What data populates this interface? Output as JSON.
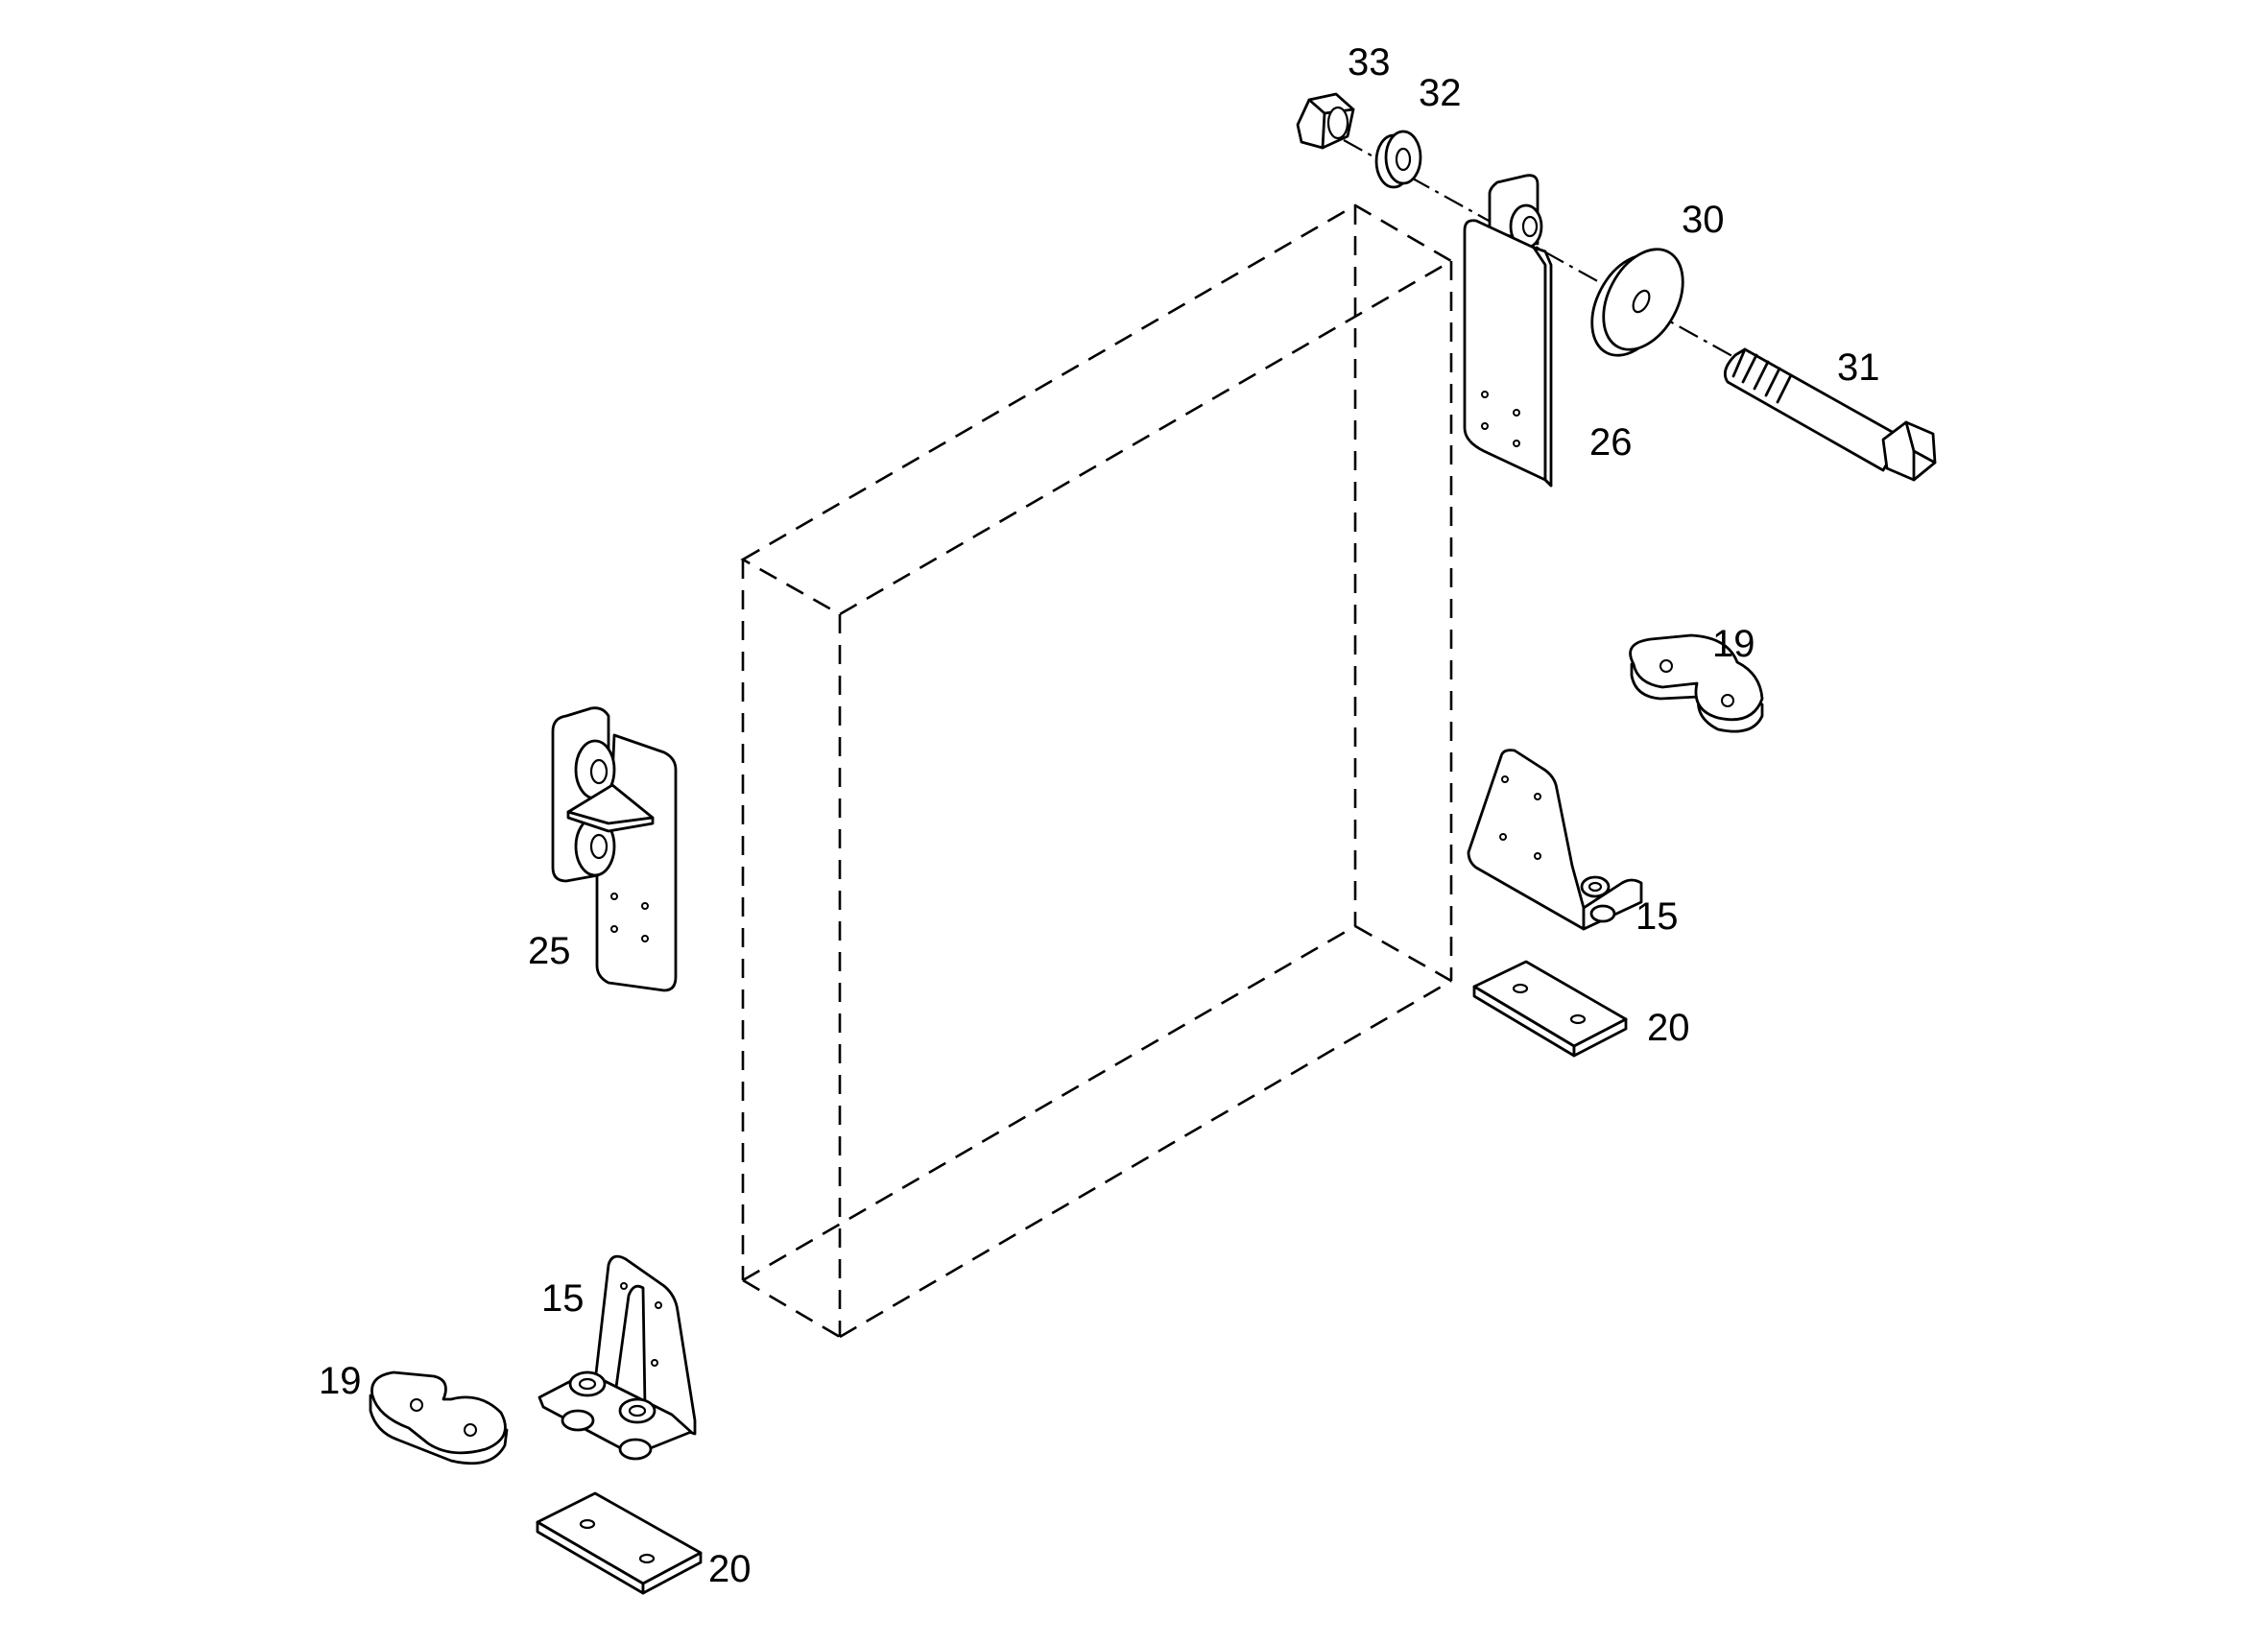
{
  "callouts": {
    "p33": "33",
    "p32": "32",
    "p30": "30",
    "p31": "31",
    "p26": "26",
    "p19_right": "19",
    "p15_right": "15",
    "p20_right": "20",
    "p25": "25",
    "p15_left": "15",
    "p19_left": "19",
    "p20_left": "20"
  }
}
